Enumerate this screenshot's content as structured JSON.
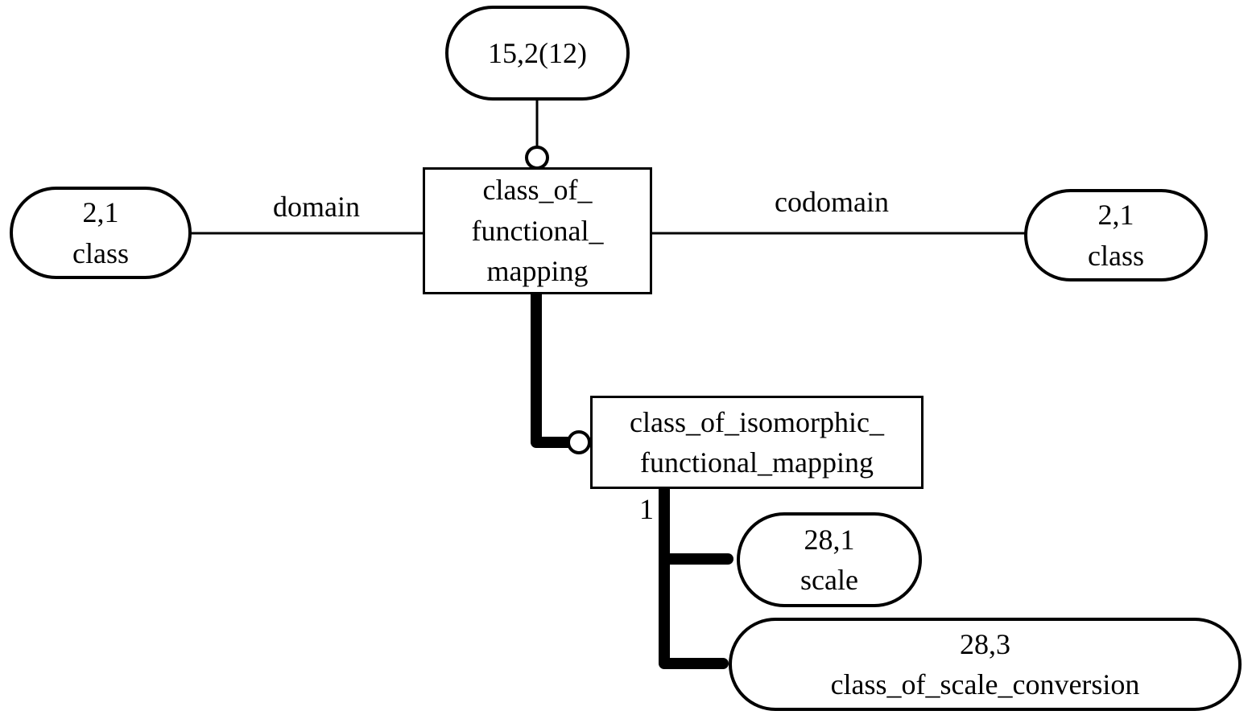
{
  "diagram_type": "EXPRESS-G schema diagram",
  "nodes": {
    "page_ref": {
      "lines": [
        "15,2(12)"
      ]
    },
    "class_left": {
      "lines": [
        "2,1",
        "class"
      ]
    },
    "class_right": {
      "lines": [
        "2,1",
        "class"
      ]
    },
    "class_of_functional_mapping": {
      "lines": [
        "class_of_",
        "functional_",
        "mapping"
      ]
    },
    "class_of_isomorphic_functional_mapping": {
      "lines": [
        "class_of_isomorphic_",
        "functional_mapping"
      ]
    },
    "scale": {
      "lines": [
        "28,1",
        "scale"
      ]
    },
    "class_of_scale_conversion": {
      "lines": [
        "28,3",
        "class_of_scale_conversion"
      ]
    }
  },
  "edge_labels": {
    "domain": "domain",
    "codomain": "codomain",
    "cardinality": "1"
  },
  "colors": {
    "stroke": "#000000",
    "background": "#ffffff"
  }
}
